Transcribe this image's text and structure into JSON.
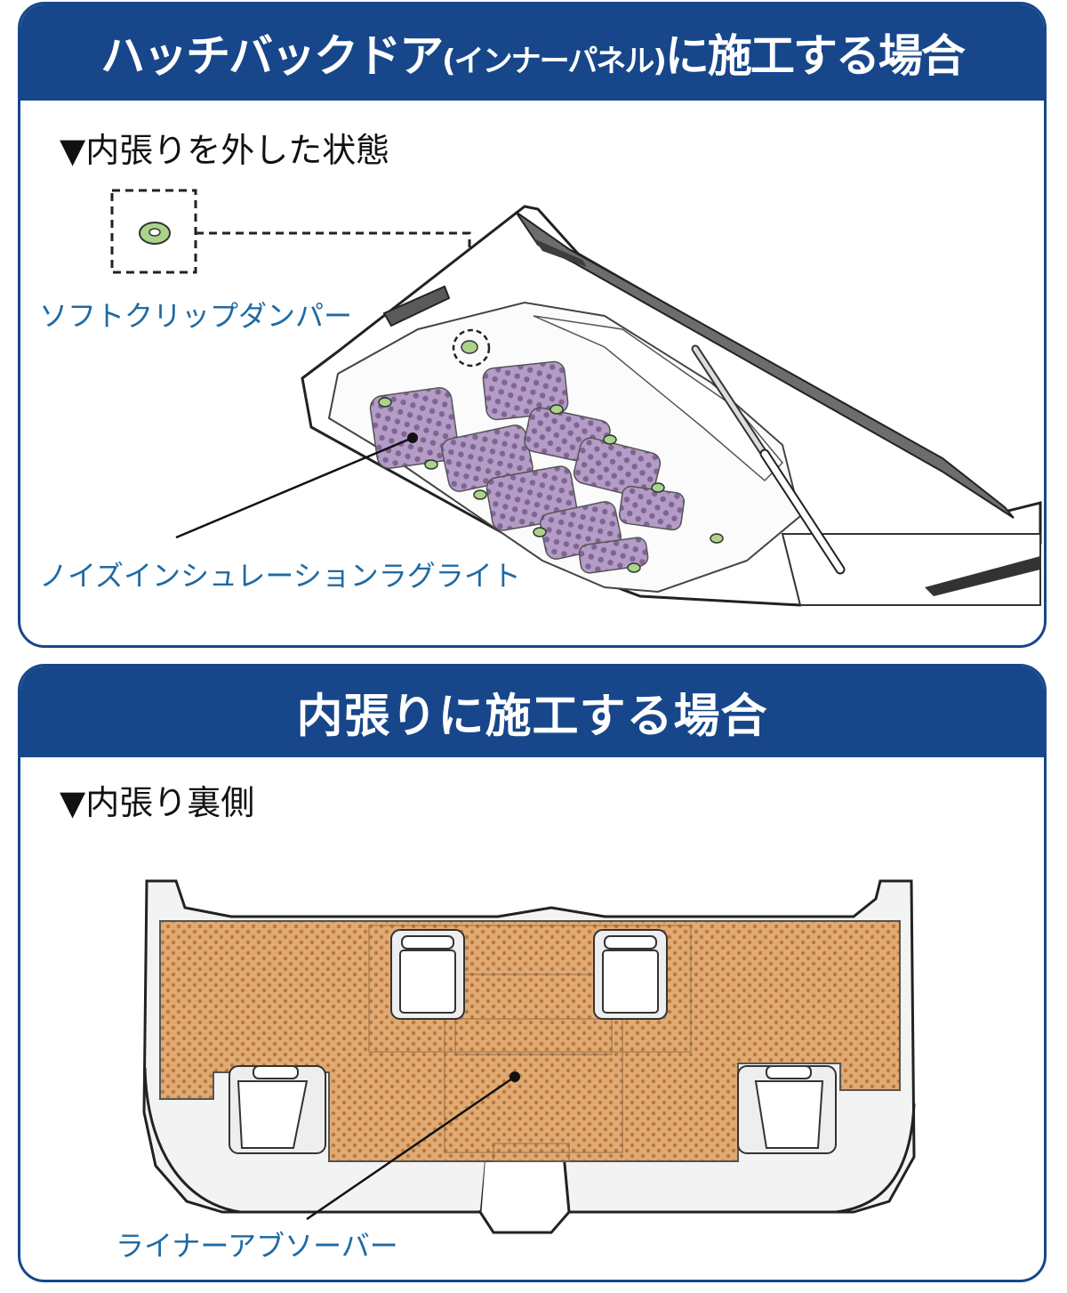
{
  "panel_top": {
    "title_main": "ハッチバックドア",
    "title_paren": "(インナーパネル)",
    "title_end": "に施工する場合",
    "subtitle": "▼内張りを外した状態",
    "label_clip": "ソフトクリップダンパー",
    "label_rug": "ノイズインシュレーションラグライト"
  },
  "panel_bottom": {
    "title": "内張りに施工する場合",
    "subtitle": "▼内張り裏側",
    "label_absorber": "ライナーアブソーバー"
  },
  "colors": {
    "header": "#17478a",
    "label": "#1f6aa3",
    "rug": "#b49cc6",
    "clip": "#a9d48a",
    "absorber": "#e0aa72"
  }
}
